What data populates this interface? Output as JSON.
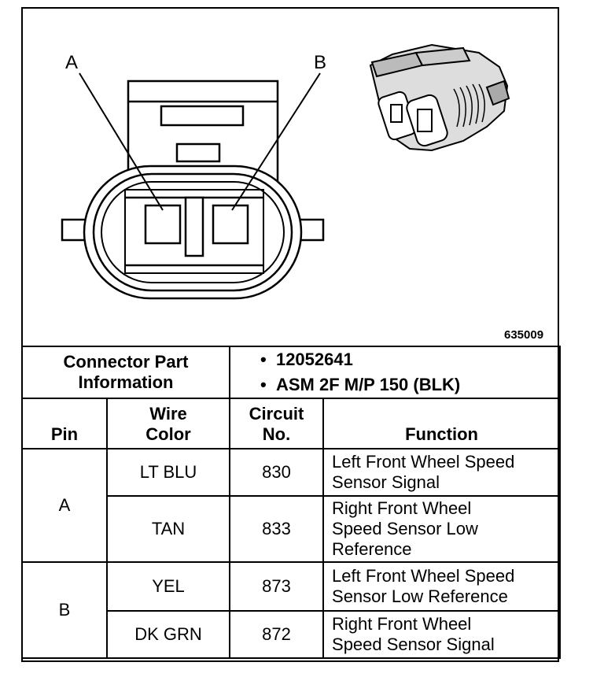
{
  "diagram": {
    "label_a": "A",
    "label_b": "B",
    "figure_id": "635009"
  },
  "connector_info": {
    "label_line1": "Connector Part",
    "label_line2": "Information",
    "values": [
      "12052641",
      "ASM 2F M/P 150 (BLK)"
    ]
  },
  "table": {
    "headers": {
      "pin": "Pin",
      "wire_color_line1": "Wire",
      "wire_color_line2": "Color",
      "circuit_line1": "Circuit",
      "circuit_line2": "No.",
      "function": "Function"
    },
    "rows": [
      {
        "pin": "A",
        "wire": "LT BLU",
        "circuit": "830",
        "function_lines": [
          "Left Front Wheel Speed",
          "Sensor Signal"
        ]
      },
      {
        "pin": "A",
        "wire": "TAN",
        "circuit": "833",
        "function_lines": [
          "Right Front Wheel",
          "Speed Sensor Low",
          "Reference"
        ]
      },
      {
        "pin": "B",
        "wire": "YEL",
        "circuit": "873",
        "function_lines": [
          "Left Front Wheel Speed",
          "Sensor Low Reference"
        ]
      },
      {
        "pin": "B",
        "wire": "DK GRN",
        "circuit": "872",
        "function_lines": [
          "Right Front Wheel",
          "Speed Sensor Signal"
        ]
      }
    ]
  }
}
